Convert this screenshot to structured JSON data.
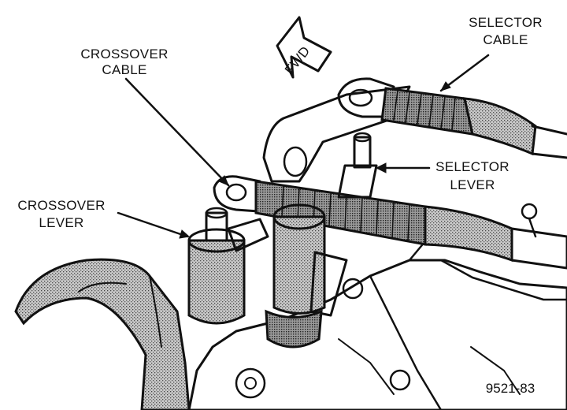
{
  "labels": {
    "crossover_cable": [
      "CROSSOVER",
      "CABLE"
    ],
    "selector_cable": [
      "SELECTOR",
      "CABLE"
    ],
    "selector_lever": [
      "SELECTOR",
      "LEVER"
    ],
    "crossover_lever": [
      "CROSSOVER",
      "LEVER"
    ],
    "fwd": "FWD"
  },
  "figure_number": "9521-83",
  "colors": {
    "ink": "#111111",
    "shade": "#b5b5b5",
    "paper": "#ffffff"
  }
}
